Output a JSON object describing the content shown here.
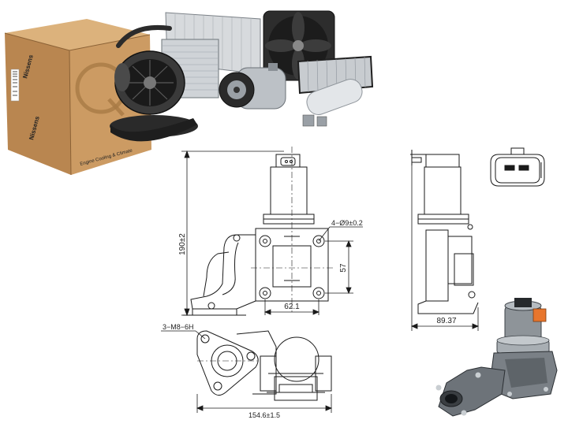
{
  "brand": {
    "name": "Nissens",
    "tagline": "Engine Cooling & Climate",
    "logo_letter": "Q"
  },
  "drawing_front": {
    "height_dim": "190±2",
    "hole_callout": "4−Ø9±0.2",
    "vertical_dim": "57",
    "horizontal_dim": "62.1"
  },
  "drawing_side": {
    "depth_dim": "89.37"
  },
  "drawing_bottom": {
    "thread_callout": "3−M8−6H",
    "width_dim": "154.6±1.5"
  },
  "colors": {
    "box": "#c69560",
    "line": "#1a1a1a",
    "metal": "#9aa0a6"
  }
}
